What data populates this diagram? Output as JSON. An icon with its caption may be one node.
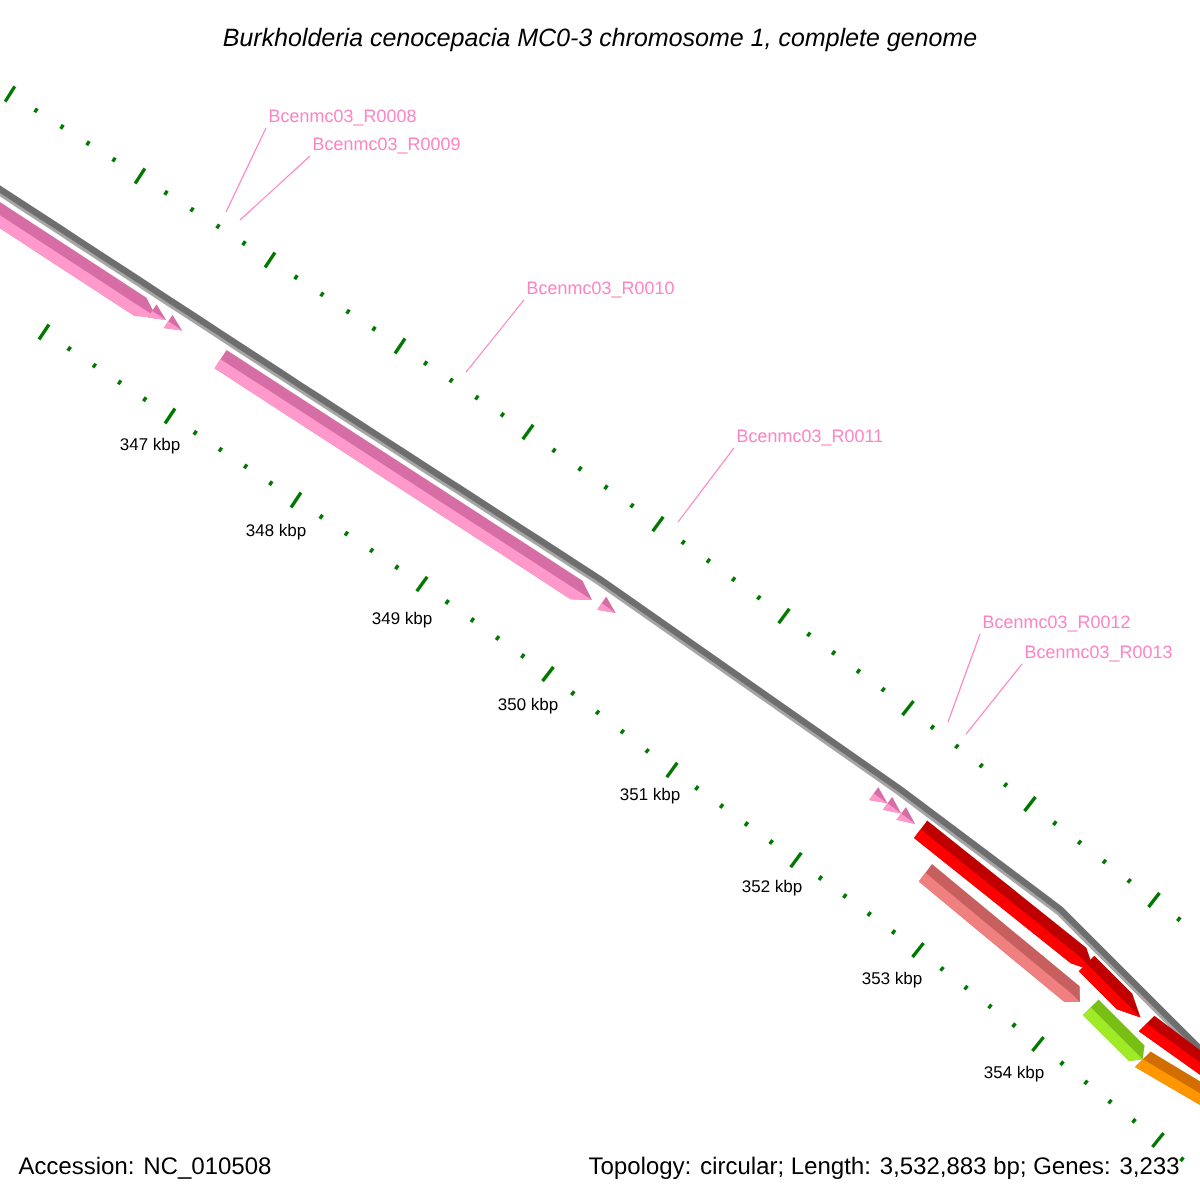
{
  "diagram": {
    "title": "Burkholderia cenocepacia MC0-3 chromosome 1, complete genome",
    "nodes": [
      {
        "text": [
          "Bcenmc03_R0008"
        ]
      },
      {
        "text": [
          "Bcenmc03_R0009"
        ]
      },
      {
        "text": [
          "Bcenmc03_R0010"
        ]
      },
      {
        "text": [
          "Bcenmc03_R0011"
        ]
      },
      {
        "text": [
          "Bcenmc03_R0012"
        ]
      },
      {
        "text": [
          "Bcenmc03_R0013"
        ]
      }
    ],
    "edges": [
      {
        "from": 0,
        "to": null,
        "arrow": "none"
      },
      {
        "from": 1,
        "to": null,
        "arrow": "none"
      },
      {
        "from": 2,
        "to": null,
        "arrow": "none"
      },
      {
        "from": 3,
        "to": null,
        "arrow": "none"
      },
      {
        "from": 4,
        "to": null,
        "arrow": "none"
      },
      {
        "from": 5,
        "to": null,
        "arrow": "none"
      }
    ],
    "labels": [
      "347 kbp",
      "348 kbp",
      "349 kbp",
      "350 kbp",
      "351 kbp",
      "352 kbp",
      "353 kbp",
      "354 kbp",
      "Accession: NC_010508",
      "Topology: circular; Length: 3,532,883 bp; Genes: 3,233"
    ]
  }
}
